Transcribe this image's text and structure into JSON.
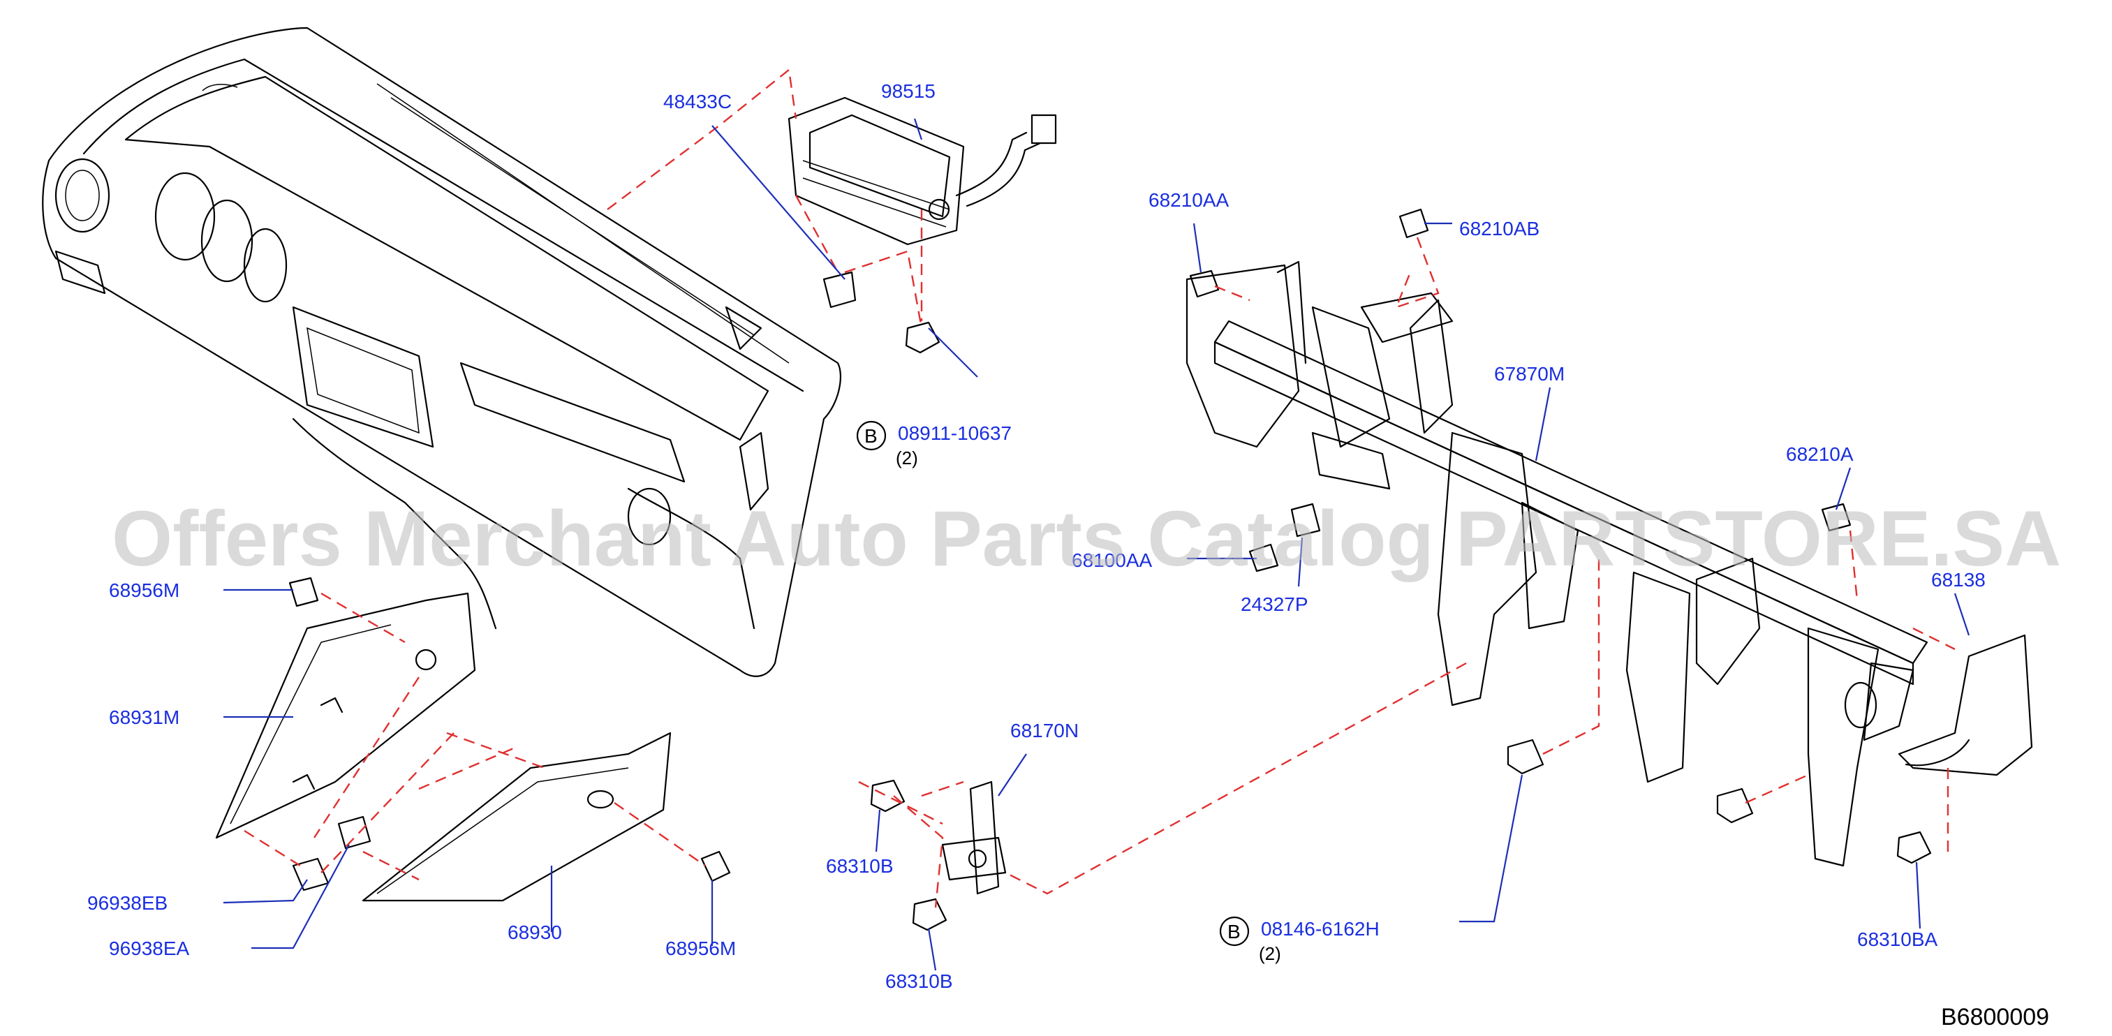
{
  "watermark": "Offers Merchant Auto Parts Catalog PARTSTORE.SA",
  "diagram_code": "B6800009",
  "labels": {
    "p48433C": "48433C",
    "p98515": "98515",
    "p68210AA": "68210AA",
    "p68210AB": "68210AB",
    "p67870M": "67870M",
    "p68210A": "68210A",
    "p68138": "68138",
    "p68100AA": "68100AA",
    "p24327P": "24327P",
    "p68956M_a": "68956M",
    "p68931M": "68931M",
    "p96938EB": "96938EB",
    "p96938EA": "96938EA",
    "p68930": "68930",
    "p68956M_b": "68956M",
    "p68170N": "68170N",
    "p68310B_a": "68310B",
    "p68310B_b": "68310B",
    "p68310BA": "68310BA"
  },
  "bolts": {
    "b1": {
      "mark": "B",
      "part": "08911-10637",
      "qty": "(2)"
    },
    "b2": {
      "mark": "B",
      "part": "08146-6162H",
      "qty": "(2)"
    }
  },
  "colors": {
    "label": "#1a2ee0",
    "leader": "#1c2fb8",
    "dashed_line": "#e03030",
    "watermark": "#bdbdbd"
  }
}
